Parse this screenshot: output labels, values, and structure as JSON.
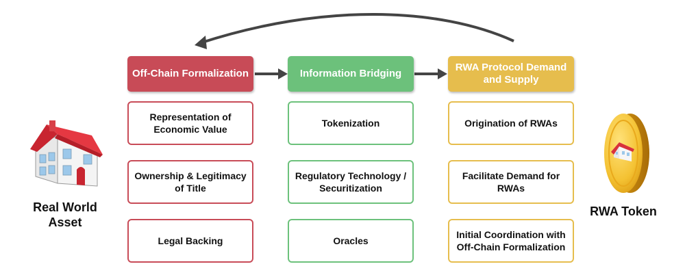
{
  "colors": {
    "red": "#c84b57",
    "green": "#6cc17b",
    "yellow": "#e6bd4d",
    "arrow": "#444444"
  },
  "columns": [
    {
      "header": "Off-Chain Formalization",
      "items": [
        "Representation of Economic Value",
        "Ownership & Legitimacy of Title",
        "Legal Backing"
      ]
    },
    {
      "header": "Information Bridging",
      "items": [
        "Tokenization",
        "Regulatory Technology / Securitization",
        "Oracles"
      ]
    },
    {
      "header": "RWA Protocol Demand and Supply",
      "items": [
        "Origination of RWAs",
        "Facilitate Demand for RWAs",
        "Initial Coordination with Off-Chain Formalization"
      ]
    }
  ],
  "left": {
    "label": "Real World Asset",
    "icon": "house-icon"
  },
  "right": {
    "label": "RWA Token",
    "icon": "coin-icon"
  }
}
